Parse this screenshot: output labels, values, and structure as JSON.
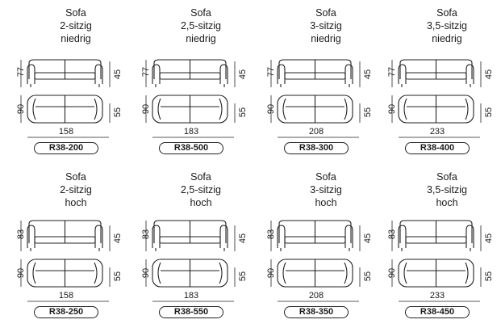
{
  "rows": [
    {
      "items": [
        {
          "title": [
            "Sofa",
            "2-sitzig",
            "niedrig"
          ],
          "back": "77",
          "seat": "45",
          "depth": "90",
          "arm": "55",
          "width": "158",
          "code": "R38-200",
          "size": 0.0
        },
        {
          "title": [
            "Sofa",
            "2,5-sitzig",
            "niedrig"
          ],
          "back": "77",
          "seat": "45",
          "depth": "90",
          "arm": "55",
          "width": "183",
          "code": "R38-500",
          "size": 0.33
        },
        {
          "title": [
            "Sofa",
            "3-sitzig",
            "niedrig"
          ],
          "back": "77",
          "seat": "45",
          "depth": "90",
          "arm": "55",
          "width": "208",
          "code": "R38-300",
          "size": 0.66
        },
        {
          "title": [
            "Sofa",
            "3,5-sitzig",
            "niedrig"
          ],
          "back": "77",
          "seat": "45",
          "depth": "90",
          "arm": "55",
          "width": "233",
          "code": "R38-400",
          "size": 1.0
        }
      ]
    },
    {
      "items": [
        {
          "title": [
            "Sofa",
            "2-sitzig",
            "hoch"
          ],
          "back": "83",
          "seat": "45",
          "depth": "90",
          "arm": "55",
          "width": "158",
          "code": "R38-250",
          "size": 0.0
        },
        {
          "title": [
            "Sofa",
            "2,5-sitzig",
            "hoch"
          ],
          "back": "83",
          "seat": "45",
          "depth": "90",
          "arm": "55",
          "width": "183",
          "code": "R38-550",
          "size": 0.33
        },
        {
          "title": [
            "Sofa",
            "3-sitzig",
            "hoch"
          ],
          "back": "83",
          "seat": "45",
          "depth": "90",
          "arm": "55",
          "width": "208",
          "code": "R38-350",
          "size": 0.66
        },
        {
          "title": [
            "Sofa",
            "3,5-sitzig",
            "hoch"
          ],
          "back": "83",
          "seat": "45",
          "depth": "90",
          "arm": "55",
          "width": "233",
          "code": "R38-450",
          "size": 1.0
        }
      ]
    }
  ]
}
